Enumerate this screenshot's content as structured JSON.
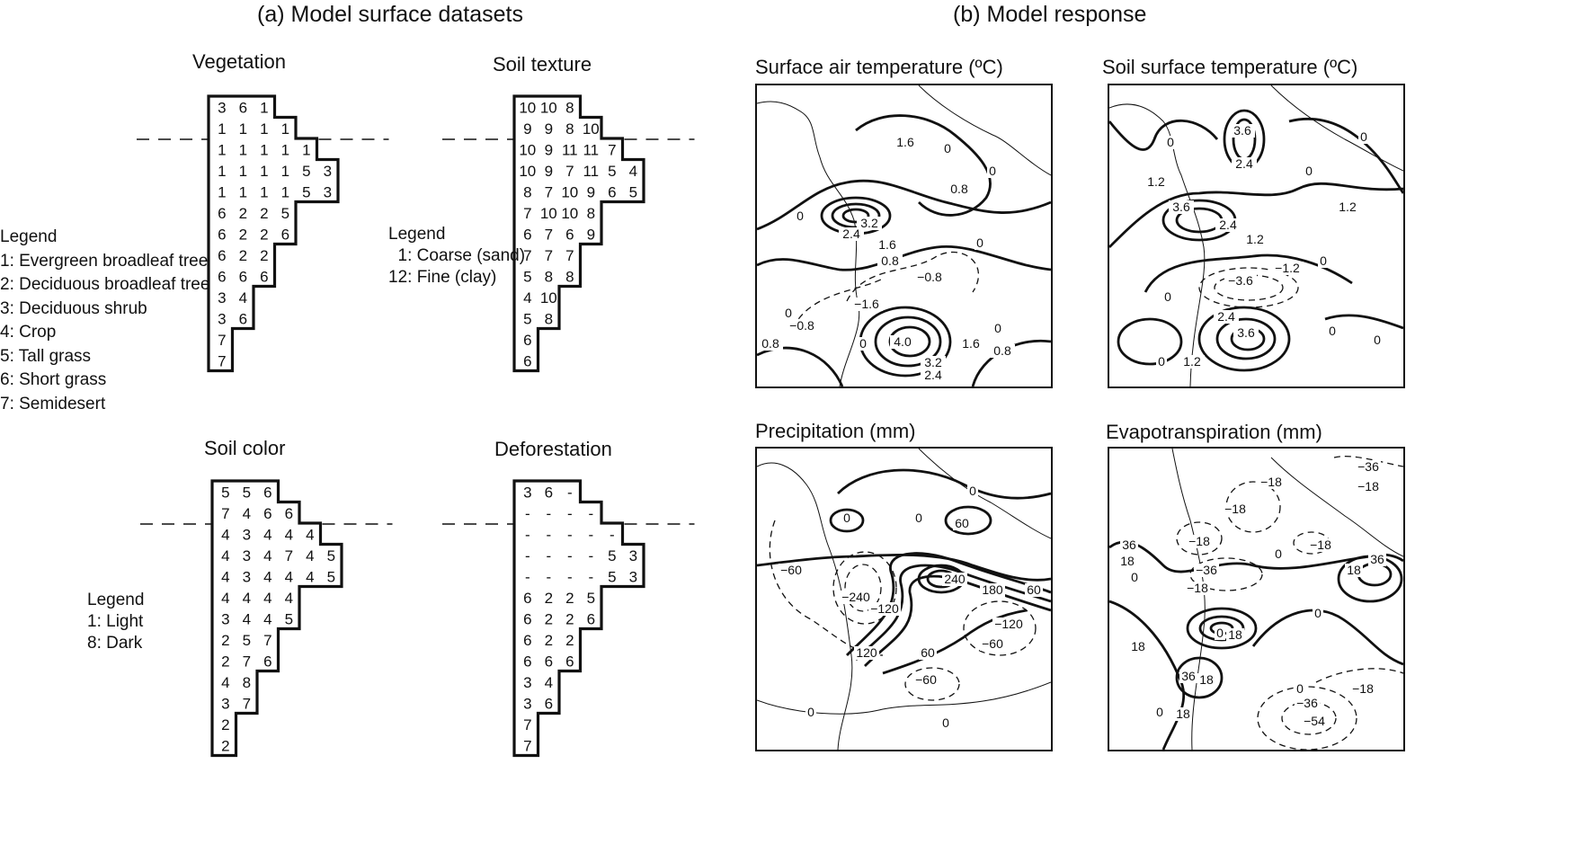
{
  "headings": {
    "a": "(a) Model surface datasets",
    "b": "(b) Model response"
  },
  "grids": [
    {
      "key": "veg",
      "title": "Vegetation",
      "rows": [
        [
          "3",
          "6",
          "1"
        ],
        [
          "1",
          "1",
          "1",
          "1"
        ],
        [
          "1",
          "1",
          "1",
          "1",
          "1"
        ],
        [
          "1",
          "1",
          "1",
          "1",
          "5",
          "3"
        ],
        [
          "1",
          "1",
          "1",
          "1",
          "5",
          "3"
        ],
        [
          "6",
          "2",
          "2",
          "5"
        ],
        [
          "6",
          "2",
          "2",
          "6"
        ],
        [
          "6",
          "2",
          "2"
        ],
        [
          "6",
          "6",
          "6"
        ],
        [
          "3",
          "4"
        ],
        [
          "3",
          "6"
        ],
        [
          "7"
        ],
        [
          "7"
        ]
      ]
    },
    {
      "key": "soiltex",
      "title": "Soil texture",
      "rows": [
        [
          "10",
          "10",
          "8"
        ],
        [
          "9",
          "9",
          "8",
          "10"
        ],
        [
          "10",
          "9",
          "11",
          "11",
          "7"
        ],
        [
          "10",
          "9",
          "7",
          "11",
          "5",
          "4"
        ],
        [
          "8",
          "7",
          "10",
          "9",
          "6",
          "5"
        ],
        [
          "7",
          "10",
          "10",
          "8"
        ],
        [
          "6",
          "7",
          "6",
          "9"
        ],
        [
          "7",
          "7",
          "7"
        ],
        [
          "5",
          "8",
          "8"
        ],
        [
          "4",
          "10"
        ],
        [
          "5",
          "8"
        ],
        [
          "6"
        ],
        [
          "6"
        ]
      ]
    },
    {
      "key": "soilcol",
      "title": "Soil color",
      "rows": [
        [
          "5",
          "5",
          "6"
        ],
        [
          "7",
          "4",
          "6",
          "6"
        ],
        [
          "4",
          "3",
          "4",
          "4",
          "4"
        ],
        [
          "4",
          "3",
          "4",
          "7",
          "4",
          "5"
        ],
        [
          "4",
          "3",
          "4",
          "4",
          "4",
          "5"
        ],
        [
          "4",
          "4",
          "4",
          "4"
        ],
        [
          "3",
          "4",
          "4",
          "5"
        ],
        [
          "2",
          "5",
          "7"
        ],
        [
          "2",
          "7",
          "6"
        ],
        [
          "4",
          "8"
        ],
        [
          "3",
          "7"
        ],
        [
          "2"
        ],
        [
          "2"
        ]
      ]
    },
    {
      "key": "defor",
      "title": "Deforestation",
      "rows": [
        [
          "3",
          "6",
          "-"
        ],
        [
          "-",
          "-",
          "-",
          "-"
        ],
        [
          "-",
          "-",
          "-",
          "-",
          "-"
        ],
        [
          "-",
          "-",
          "-",
          "-",
          "5",
          "3"
        ],
        [
          "-",
          "-",
          "-",
          "-",
          "5",
          "3"
        ],
        [
          "6",
          "2",
          "2",
          "5"
        ],
        [
          "6",
          "2",
          "2",
          "6"
        ],
        [
          "6",
          "2",
          "2"
        ],
        [
          "6",
          "6",
          "6"
        ],
        [
          "3",
          "4"
        ],
        [
          "3",
          "6"
        ],
        [
          "7"
        ],
        [
          "7"
        ]
      ]
    }
  ],
  "legends": {
    "veg": {
      "title": "Legend",
      "items": [
        "1: Evergreen broadleaf tree",
        "2: Deciduous broadleaf tree",
        "3: Deciduous shrub",
        "4: Crop",
        "5: Tall grass",
        "6: Short grass",
        "7: Semidesert"
      ]
    },
    "soiltex": {
      "title": "Legend",
      "items": [
        "  1: Coarse (sand)",
        "12: Fine (clay)"
      ]
    },
    "soilcol": {
      "title": "Legend",
      "items": [
        "1: Light",
        "8: Dark"
      ]
    }
  },
  "maps": [
    {
      "key": "sat",
      "title": "Surface air temperature (ºC)",
      "labels": [
        [
          "1.6",
          165,
          68
        ],
        [
          "0",
          212,
          75
        ],
        [
          "0",
          262,
          100
        ],
        [
          "0.8",
          225,
          120
        ],
        [
          "3.2",
          125,
          158
        ],
        [
          "2.4",
          105,
          170
        ],
        [
          "1.6",
          145,
          182
        ],
        [
          "0.8",
          148,
          200
        ],
        [
          "0",
          48,
          150
        ],
        [
          "0",
          248,
          180
        ],
        [
          "−0.8",
          192,
          218
        ],
        [
          "−1.6",
          122,
          248
        ],
        [
          "−0.8",
          50,
          272
        ],
        [
          "0",
          35,
          258
        ],
        [
          "0.8",
          15,
          292
        ],
        [
          "0",
          118,
          292
        ],
        [
          "4.0",
          162,
          290
        ],
        [
          "3.2",
          196,
          313
        ],
        [
          "2.4",
          196,
          327
        ],
        [
          "1.6",
          238,
          292
        ],
        [
          "0",
          268,
          275
        ],
        [
          "0.8",
          273,
          300
        ]
      ]
    },
    {
      "key": "sst",
      "title": "Soil surface temperature (ºC)",
      "labels": [
        [
          "0",
          68,
          68
        ],
        [
          "3.6",
          148,
          55
        ],
        [
          "2.4",
          150,
          92
        ],
        [
          "0",
          283,
          62
        ],
        [
          "0",
          222,
          100
        ],
        [
          "1.2",
          52,
          112
        ],
        [
          "1.2",
          265,
          140
        ],
        [
          "3.6",
          80,
          140
        ],
        [
          "2.4",
          132,
          160
        ],
        [
          "1.2",
          162,
          176
        ],
        [
          "0",
          238,
          200
        ],
        [
          "−1.2",
          198,
          208
        ],
        [
          "−3.6",
          146,
          222
        ],
        [
          "0",
          65,
          240
        ],
        [
          "2.4",
          130,
          262
        ],
        [
          "3.6",
          152,
          280
        ],
        [
          "0",
          248,
          278
        ],
        [
          "0",
          298,
          288
        ],
        [
          "0",
          58,
          312
        ],
        [
          "1.2",
          92,
          312
        ]
      ]
    },
    {
      "key": "prec",
      "title": "Precipitation (mm)",
      "labels": [
        [
          "0",
          100,
          82
        ],
        [
          "0",
          180,
          82
        ],
        [
          "0",
          240,
          52
        ],
        [
          "60",
          228,
          88
        ],
        [
          "−60",
          38,
          140
        ],
        [
          "−240",
          110,
          170
        ],
        [
          "−120",
          142,
          183
        ],
        [
          "240",
          220,
          150
        ],
        [
          "180",
          262,
          162
        ],
        [
          "60",
          308,
          162
        ],
        [
          "−120",
          280,
          200
        ],
        [
          "−60",
          262,
          222
        ],
        [
          "120",
          122,
          232
        ],
        [
          "60",
          190,
          232
        ],
        [
          "−60",
          188,
          262
        ],
        [
          "0",
          60,
          298
        ],
        [
          "0",
          210,
          310
        ]
      ]
    },
    {
      "key": "evap",
      "title": "Evapotranspiration (mm)",
      "labels": [
        [
          "−36",
          288,
          25
        ],
        [
          "−18",
          180,
          42
        ],
        [
          "−18",
          288,
          47
        ],
        [
          "−18",
          140,
          72
        ],
        [
          "36",
          22,
          112
        ],
        [
          "18",
          20,
          130
        ],
        [
          "−18",
          100,
          108
        ],
        [
          "0",
          28,
          148
        ],
        [
          "−18",
          235,
          112
        ],
        [
          "0",
          188,
          122
        ],
        [
          "−36",
          108,
          140
        ],
        [
          "18",
          272,
          140
        ],
        [
          "36",
          298,
          128
        ],
        [
          "−18",
          98,
          160
        ],
        [
          "0",
          123,
          210
        ],
        [
          "18",
          140,
          212
        ],
        [
          "0",
          232,
          188
        ],
        [
          "18",
          32,
          225
        ],
        [
          "36",
          88,
          258
        ],
        [
          "18",
          108,
          262
        ],
        [
          "0",
          56,
          298
        ],
        [
          "18",
          82,
          300
        ],
        [
          "0",
          212,
          272
        ],
        [
          "−18",
          282,
          272
        ],
        [
          "−36",
          220,
          288
        ],
        [
          "−54",
          228,
          308
        ]
      ]
    }
  ]
}
